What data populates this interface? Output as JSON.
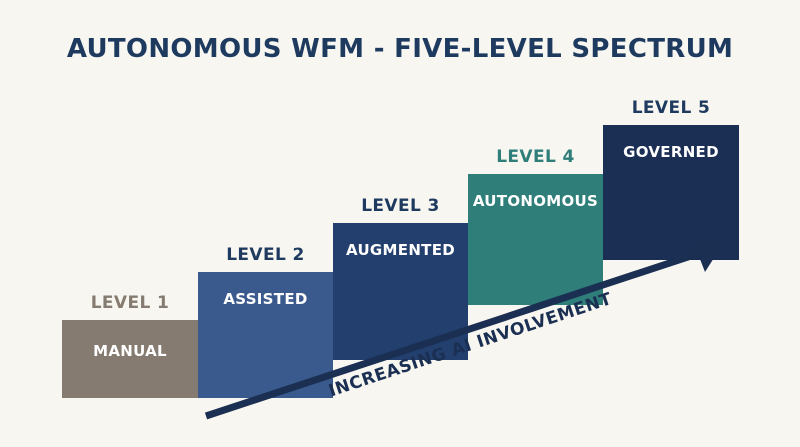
{
  "title": "AUTONOMOUS WFM - FIVE-LEVEL SPECTRUM",
  "arrow_label": "INCREASING AI INVOLVEMENT",
  "colors": {
    "background": "#f8f6f1",
    "title": "#1e3a5f",
    "arrow": "#1a2f52"
  },
  "levels": [
    {
      "level": "LEVEL 1",
      "name": "MANUAL",
      "color": "#857b70",
      "label_color": "#857b70"
    },
    {
      "level": "LEVEL 2",
      "name": "ASSISTED",
      "color": "#3a5a8e",
      "label_color": "#1e3a5f"
    },
    {
      "level": "LEVEL 3",
      "name": "AUGMENTED",
      "color": "#233f6e",
      "label_color": "#1e3a5f"
    },
    {
      "level": "LEVEL 4",
      "name": "AUTONOMOUS",
      "color": "#2f7e79",
      "label_color": "#2f7e79"
    },
    {
      "level": "LEVEL 5",
      "name": "GOVERNED",
      "color": "#1b2f55",
      "label_color": "#1e3a5f"
    }
  ]
}
